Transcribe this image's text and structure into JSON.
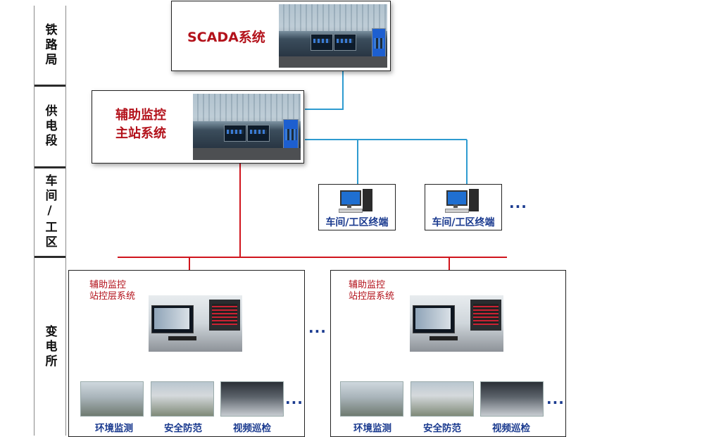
{
  "tiers": [
    {
      "label": "铁路局"
    },
    {
      "label": "供电段"
    },
    {
      "label": "车间/工区"
    },
    {
      "label": "变电所"
    }
  ],
  "scada": {
    "title": "SCADA系统"
  },
  "master": {
    "title_line1": "辅助监控",
    "title_line2": "主站系统"
  },
  "terminals": [
    {
      "label": "车间/工区终端"
    },
    {
      "label": "车间/工区终端"
    }
  ],
  "terminal_more": "...",
  "stations": [
    {
      "title_line1": "辅助监控",
      "title_line2": "站控层系统",
      "subsystems": [
        {
          "label": "环境监测"
        },
        {
          "label": "安全防范"
        },
        {
          "label": "视频巡检"
        }
      ],
      "more": "..."
    },
    {
      "title_line1": "辅助监控",
      "title_line2": "站控层系统",
      "subsystems": [
        {
          "label": "环境监测"
        },
        {
          "label": "安全防范"
        },
        {
          "label": "视频巡检"
        }
      ],
      "more": "..."
    }
  ],
  "station_more": "...",
  "colors": {
    "red_line": "#d0141c",
    "blue_line": "#2e9bd0",
    "green_line": "#1aa043",
    "title_red": "#b3121b",
    "label_blue": "#1a3a8f"
  }
}
